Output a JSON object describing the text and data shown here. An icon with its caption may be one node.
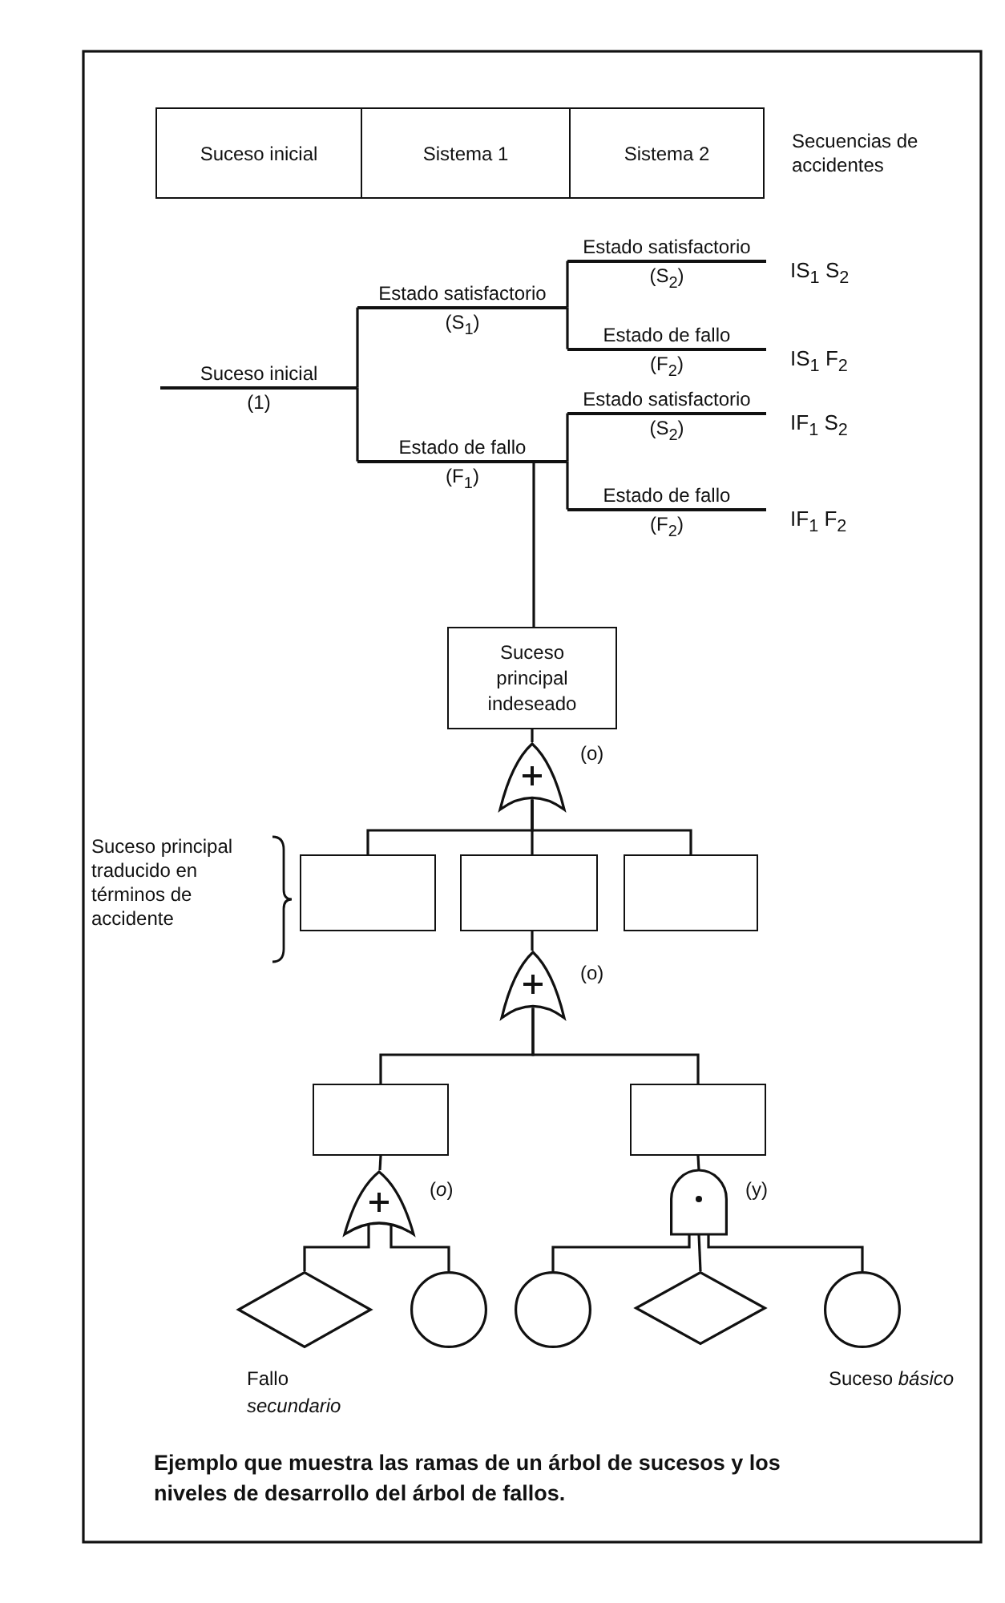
{
  "diagram": {
    "caption": "Ejemplo que muestra las ramas de un árbol de sucesos y los niveles de desarrollo del árbol de fallos.",
    "nodes": [
      {
        "text": [
          "Suceso inicial"
        ]
      },
      {
        "text": [
          "Sistema 1"
        ]
      },
      {
        "text": [
          "Sistema 2"
        ]
      },
      {
        "text": [
          "Suceso inicial",
          "(1)"
        ]
      },
      {
        "text": [
          "Estado satisfactorio",
          "(S$_{1}$)"
        ]
      },
      {
        "text": [
          "Estado satisfactorio",
          "(S$_{2}$)"
        ],
        "beside": [
          "IS$_{1}$ S$_{2}$"
        ]
      },
      {
        "text": [
          "Estado de fallo",
          "(F$_{2}$)"
        ],
        "beside": [
          "IS$_{1}$ F$_{2}$"
        ]
      },
      {
        "text": [
          "Estado de fallo",
          "(F$_{1}$)"
        ]
      },
      {
        "text": [
          "Estado satisfactorio",
          "(S$_{2}$)"
        ],
        "beside": [
          "IF$_{1}$ S$_{2}$"
        ]
      },
      {
        "text": [
          "Estado de fallo",
          "(F$_{2}$)"
        ],
        "beside": [
          "IF$_{1}$ F$_{2}$"
        ]
      },
      {
        "text": [
          "Suceso principal indeseado"
        ]
      },
      {
        "text": [],
        "shape": "gate",
        "beside": [
          "(o)"
        ]
      },
      {
        "text": [],
        "shape": "box"
      },
      {
        "text": [],
        "shape": "box"
      },
      {
        "text": [],
        "shape": "box"
      },
      {
        "text": [],
        "shape": "gate",
        "beside": [
          "(o)"
        ]
      },
      {
        "text": [],
        "shape": "box"
      },
      {
        "text": [],
        "shape": "box"
      },
      {
        "text": [],
        "shape": "gate",
        "beside": [
          "(*o*)"
        ]
      },
      {
        "text": [],
        "shape": "gate",
        "beside": [
          "(y)"
        ]
      },
      {
        "text": [],
        "shape": "diamond",
        "beside": [
          "Fallo *secundario*"
        ]
      },
      {
        "text": [],
        "shape": "circle"
      },
      {
        "text": [],
        "shape": "circle"
      },
      {
        "text": [],
        "shape": "diamond"
      },
      {
        "text": [],
        "shape": "circle",
        "beside": [
          "Suceso *básico*"
        ]
      }
    ],
    "edges": [
      {
        "from": 3,
        "to": 4,
        "arrow": "none"
      },
      {
        "from": 3,
        "to": 7,
        "arrow": "none"
      },
      {
        "from": 4,
        "to": 5,
        "arrow": "none"
      },
      {
        "from": 4,
        "to": 6,
        "arrow": "none"
      },
      {
        "from": 7,
        "to": 8,
        "arrow": "none"
      },
      {
        "from": 7,
        "to": 9,
        "arrow": "none"
      },
      {
        "from": 7,
        "to": 10,
        "arrow": "none"
      },
      {
        "from": 10,
        "to": 11,
        "arrow": "none"
      },
      {
        "from": 11,
        "to": 12,
        "arrow": "none"
      },
      {
        "from": 11,
        "to": 13,
        "arrow": "none"
      },
      {
        "from": 11,
        "to": 14,
        "arrow": "none"
      },
      {
        "from": 13,
        "to": 15,
        "arrow": "none"
      },
      {
        "from": 15,
        "to": 16,
        "arrow": "none"
      },
      {
        "from": 15,
        "to": 17,
        "arrow": "none"
      },
      {
        "from": 16,
        "to": 18,
        "arrow": "none"
      },
      {
        "from": 17,
        "to": 19,
        "arrow": "none"
      },
      {
        "from": 18,
        "to": 20,
        "arrow": "none"
      },
      {
        "from": 18,
        "to": 21,
        "arrow": "none"
      },
      {
        "from": 19,
        "to": 22,
        "arrow": "none"
      },
      {
        "from": 19,
        "to": 23,
        "arrow": "none"
      },
      {
        "from": 19,
        "to": 24,
        "arrow": "none"
      }
    ],
    "labels": [
      "Secuencias de accidentes",
      "Suceso principal traducido en términos de accidente"
    ]
  }
}
